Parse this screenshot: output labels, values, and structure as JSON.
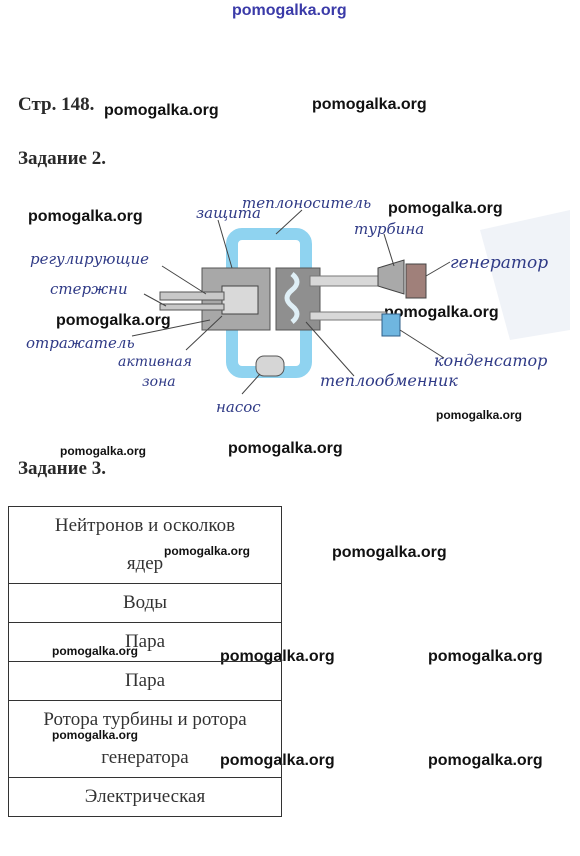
{
  "watermarks": {
    "top": "pomogalka.org",
    "w1": "pomogalka.org",
    "w2": "pomogalka.org",
    "w3": "pomogalka.org",
    "w4": "pomogalka.org",
    "w5": "pomogalka.org",
    "w6": "pomogalka.org",
    "w7": "pomogalka.org",
    "w8": "pomogalka.org",
    "w9": "pomogalka.org",
    "w10": "pomogalka.org",
    "w11": "pomogalka.org",
    "w12": "pomogalka.org",
    "w13": "pomogalka.org",
    "w14": "pomogalka.org",
    "w15": "pomogalka.org",
    "w16": "pomogalka.org",
    "w17": "pomogalka.org"
  },
  "page": {
    "title": "Стр. 148.",
    "task2": "Задание 2.",
    "task3": "Задание 3."
  },
  "diagram": {
    "labels": {
      "protection": "защита",
      "coolant": "теплоноситель",
      "turbine": "турбина",
      "generator": "генератор",
      "control_rods_1": "регулирующие",
      "control_rods_2": "стержни",
      "reflector": "отражатель",
      "active_zone_1": "активная",
      "active_zone_2": "зона",
      "pump": "насос",
      "heat_exchanger": "теплообменник",
      "condenser": "конденсатор"
    },
    "colors": {
      "water": "#8fd3f0",
      "block": "#9a9a9a",
      "handwriting": "#2f3a86",
      "generator": "#a0807a"
    }
  },
  "table": {
    "rows": [
      [
        "Нейтронов и осколков",
        "ядер"
      ],
      [
        "Воды"
      ],
      [
        "Пара"
      ],
      [
        "Пара"
      ],
      [
        "Ротора турбины и ротора",
        "генератора"
      ],
      [
        "Электрическая"
      ]
    ]
  }
}
